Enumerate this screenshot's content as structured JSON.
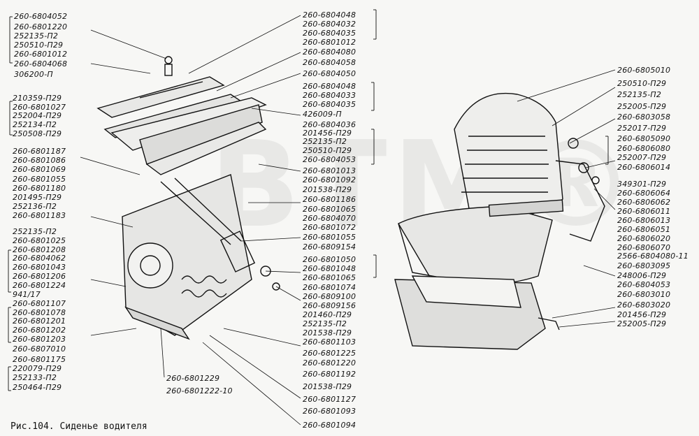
{
  "caption": "Рис.104. Сиденье водителя",
  "watermark": "BTM®",
  "labels_left_top": [
    "260-6804052",
    "260-6801220",
    "252135-П2",
    "250510-П29",
    "260-6801012",
    "260-6804068",
    "306200-П"
  ],
  "labels_left_mid": [
    "210359-П29",
    "260-6801027",
    "252004-П29",
    "252134-П2",
    "250508-П29",
    "260-6801187",
    "260-6801086",
    "260-6801069",
    "260-6801055",
    "260-6801180",
    "201495-П29",
    "252136-П2",
    "260-6801183",
    "252135-П2",
    "260-6801025",
    "260-6801208",
    "260-6804062",
    "260-6801043",
    "260-6801206",
    "260-6801224",
    "941/17",
    "260-6801107",
    "260-6801078",
    "260-6801201",
    "260-6801202",
    "260-6801203",
    "260-6807010",
    "260-6801175",
    "220079-П29",
    "252133-П2",
    "250464-П29"
  ],
  "labels_bottom": [
    "260-6801229",
    "260-6801222-10"
  ],
  "labels_center": [
    "260-6804048",
    "260-6804032",
    "260-6804035",
    "260-6801012",
    "260-6804080",
    "260-6804058",
    "260-6804050",
    "260-6804048",
    "260-6804033",
    "260-6804035",
    "426009-П",
    "260-6804036",
    "201456-П29",
    "252135-П2",
    "250510-П29",
    "260-6804053",
    "260-6801013",
    "260-6801092",
    "201538-П29",
    "260-6801186",
    "260-6801065",
    "260-6804070",
    "260-6801072",
    "260-6801055",
    "260-6809154",
    "260-6801050",
    "260-6801048",
    "260-6801065",
    "260-6801074",
    "260-6809100",
    "260-6809156",
    "201460-П29",
    "252135-П2",
    "201538-П29",
    "260-6801103",
    "260-6801225",
    "260-6801220",
    "260-6801192",
    "201538-П29",
    "260-6801127",
    "260-6801093",
    "260-6801094"
  ],
  "labels_right": [
    "260-6805010",
    "250510-П29",
    "252135-П2",
    "252005-П29",
    "260-6803058",
    "252017-П29",
    "260-6805090",
    "260-6806080",
    "252007-П29",
    "260-6806014",
    "349301-П29",
    "260-6806064",
    "260-6806062",
    "260-6806011",
    "260-6806013",
    "260-6806051",
    "260-6806020",
    "260-6806070",
    "2566-6804080-11",
    "260-6803095",
    "248006-П29",
    "260-6804053",
    "260-6803010",
    "260-6803020",
    "201456-П29",
    "252005-П29"
  ]
}
